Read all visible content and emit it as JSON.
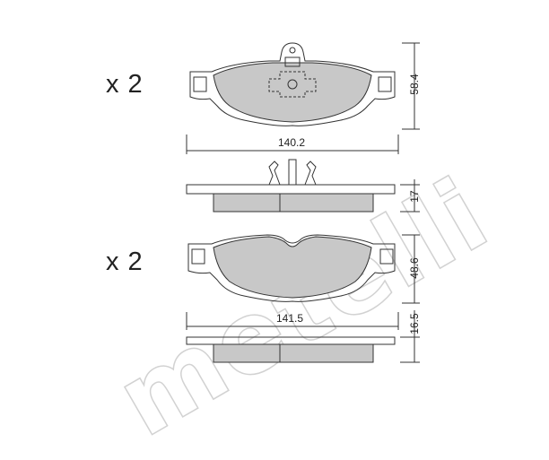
{
  "watermark": {
    "text": "metelli"
  },
  "pad_top": {
    "quantity": "x 2",
    "width": "140.2",
    "height": "58.4",
    "thickness": "17"
  },
  "pad_bottom": {
    "quantity": "x 2",
    "width": "141.5",
    "height": "48.6",
    "thickness": "16.5"
  },
  "colors": {
    "pad_fill": "#c8c8c8",
    "line": "#333333"
  }
}
